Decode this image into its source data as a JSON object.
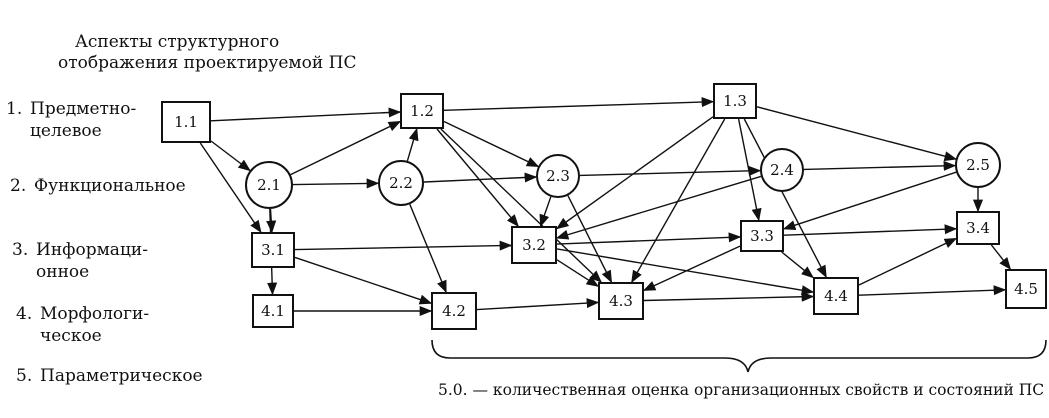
{
  "header": {
    "line1": "Аспекты структурного",
    "line2": "отображения проектируемой ПС"
  },
  "aspects": [
    {
      "num": "1.",
      "lines": [
        "Предметно-",
        "целевое"
      ]
    },
    {
      "num": "2.",
      "lines": [
        "Функциональное"
      ]
    },
    {
      "num": "3.",
      "lines": [
        "Информаци-",
        "онное"
      ]
    },
    {
      "num": "4.",
      "lines": [
        "Морфологи-",
        "ческое"
      ]
    },
    {
      "num": "5.",
      "lines": [
        "Параметрическое"
      ]
    }
  ],
  "nodes": [
    {
      "id": "1.1",
      "shape": "box"
    },
    {
      "id": "1.2",
      "shape": "box"
    },
    {
      "id": "1.3",
      "shape": "box"
    },
    {
      "id": "2.1",
      "shape": "circle"
    },
    {
      "id": "2.2",
      "shape": "circle"
    },
    {
      "id": "2.3",
      "shape": "circle"
    },
    {
      "id": "2.4",
      "shape": "circle"
    },
    {
      "id": "2.5",
      "shape": "circle"
    },
    {
      "id": "3.1",
      "shape": "box"
    },
    {
      "id": "3.2",
      "shape": "box"
    },
    {
      "id": "3.3",
      "shape": "box"
    },
    {
      "id": "3.4",
      "shape": "box"
    },
    {
      "id": "4.1",
      "shape": "box"
    },
    {
      "id": "4.2",
      "shape": "box"
    },
    {
      "id": "4.3",
      "shape": "box"
    },
    {
      "id": "4.4",
      "shape": "box"
    },
    {
      "id": "4.5",
      "shape": "box"
    }
  ],
  "edges": [
    [
      "1.1",
      "1.2"
    ],
    [
      "1.1",
      "2.1"
    ],
    [
      "1.1",
      "3.1"
    ],
    [
      "2.1",
      "1.2"
    ],
    [
      "2.1",
      "2.2"
    ],
    [
      "2.1",
      "3.1"
    ],
    [
      "2.1",
      "4.1"
    ],
    [
      "1.2",
      "1.3"
    ],
    [
      "1.2",
      "2.3"
    ],
    [
      "1.2",
      "3.2"
    ],
    [
      "1.2",
      "4.3"
    ],
    [
      "2.2",
      "1.2"
    ],
    [
      "2.2",
      "2.3"
    ],
    [
      "2.2",
      "4.2"
    ],
    [
      "1.3",
      "2.5"
    ],
    [
      "1.3",
      "3.3"
    ],
    [
      "1.3",
      "4.4"
    ],
    [
      "1.3",
      "3.2"
    ],
    [
      "1.3",
      "4.3"
    ],
    [
      "2.3",
      "2.4"
    ],
    [
      "2.3",
      "3.2"
    ],
    [
      "2.3",
      "4.3"
    ],
    [
      "2.4",
      "3.2"
    ],
    [
      "2.4",
      "2.5"
    ],
    [
      "2.5",
      "3.4"
    ],
    [
      "2.5",
      "3.3"
    ],
    [
      "3.1",
      "3.2"
    ],
    [
      "3.1",
      "4.2"
    ],
    [
      "3.2",
      "3.3"
    ],
    [
      "3.2",
      "4.3"
    ],
    [
      "3.2",
      "4.4"
    ],
    [
      "3.3",
      "4.3"
    ],
    [
      "3.3",
      "4.4"
    ],
    [
      "3.3",
      "3.4"
    ],
    [
      "3.4",
      "4.5"
    ],
    [
      "4.1",
      "4.2"
    ],
    [
      "4.2",
      "4.3"
    ],
    [
      "4.3",
      "4.4"
    ],
    [
      "4.4",
      "3.4"
    ],
    [
      "4.4",
      "4.5"
    ]
  ],
  "brace_label": "5.0. — количественная оценка организационных свойств и состояний ПС"
}
